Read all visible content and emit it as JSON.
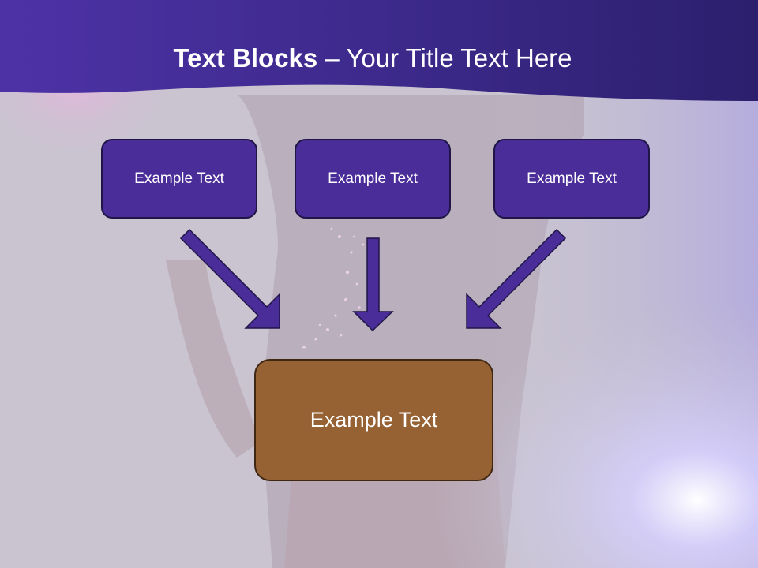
{
  "title": {
    "bold": "Text Blocks",
    "rest": " – Your Title Text Here"
  },
  "boxes": {
    "left": "Example Text",
    "center": "Example Text",
    "right": "Example Text",
    "bottom": "Example Text"
  },
  "colors": {
    "header": "#3d2a8c",
    "box_fill": "#4a2d98",
    "box_border": "#1f1547",
    "arrow": "#4a2d98",
    "bottom_fill": "#966234",
    "bottom_border": "#3f2712"
  }
}
